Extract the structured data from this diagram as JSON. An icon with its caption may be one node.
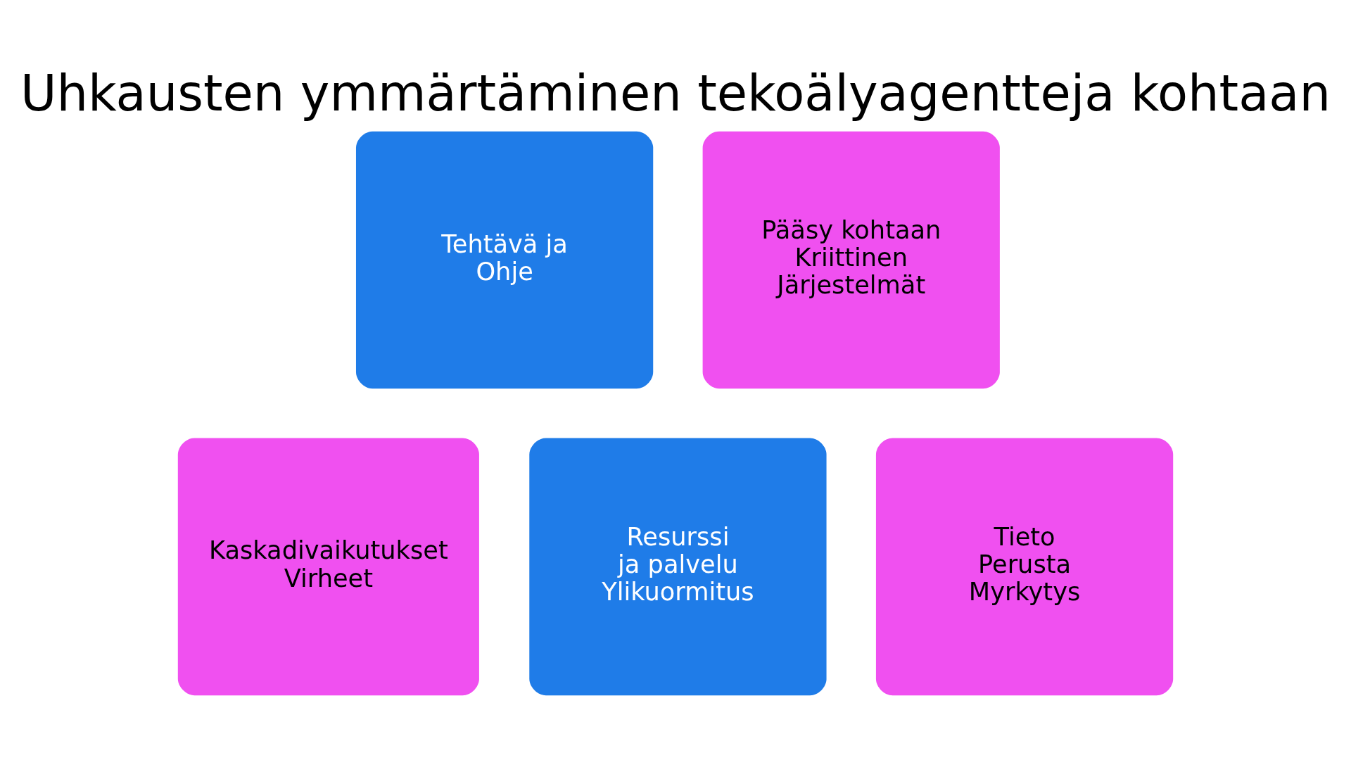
{
  "diagram": {
    "title": "Uhkausten ymmärtäminen tekoälyagentteja kohtaan",
    "nodes": [
      {
        "text": [
          "Tehtävä ja",
          "Ohje"
        ]
      },
      {
        "text": [
          "Pääsy kohtaan",
          "Kriittinen",
          "Järjestelmät"
        ]
      },
      {
        "text": [
          "Kaskadivaikutukset",
          "Virheet"
        ]
      },
      {
        "text": [
          "Resurssi",
          "ja palvelu",
          "Ylikuormitus"
        ]
      },
      {
        "text": [
          "Tieto",
          "Perusta",
          "Myrkytys"
        ]
      }
    ],
    "edges": []
  }
}
